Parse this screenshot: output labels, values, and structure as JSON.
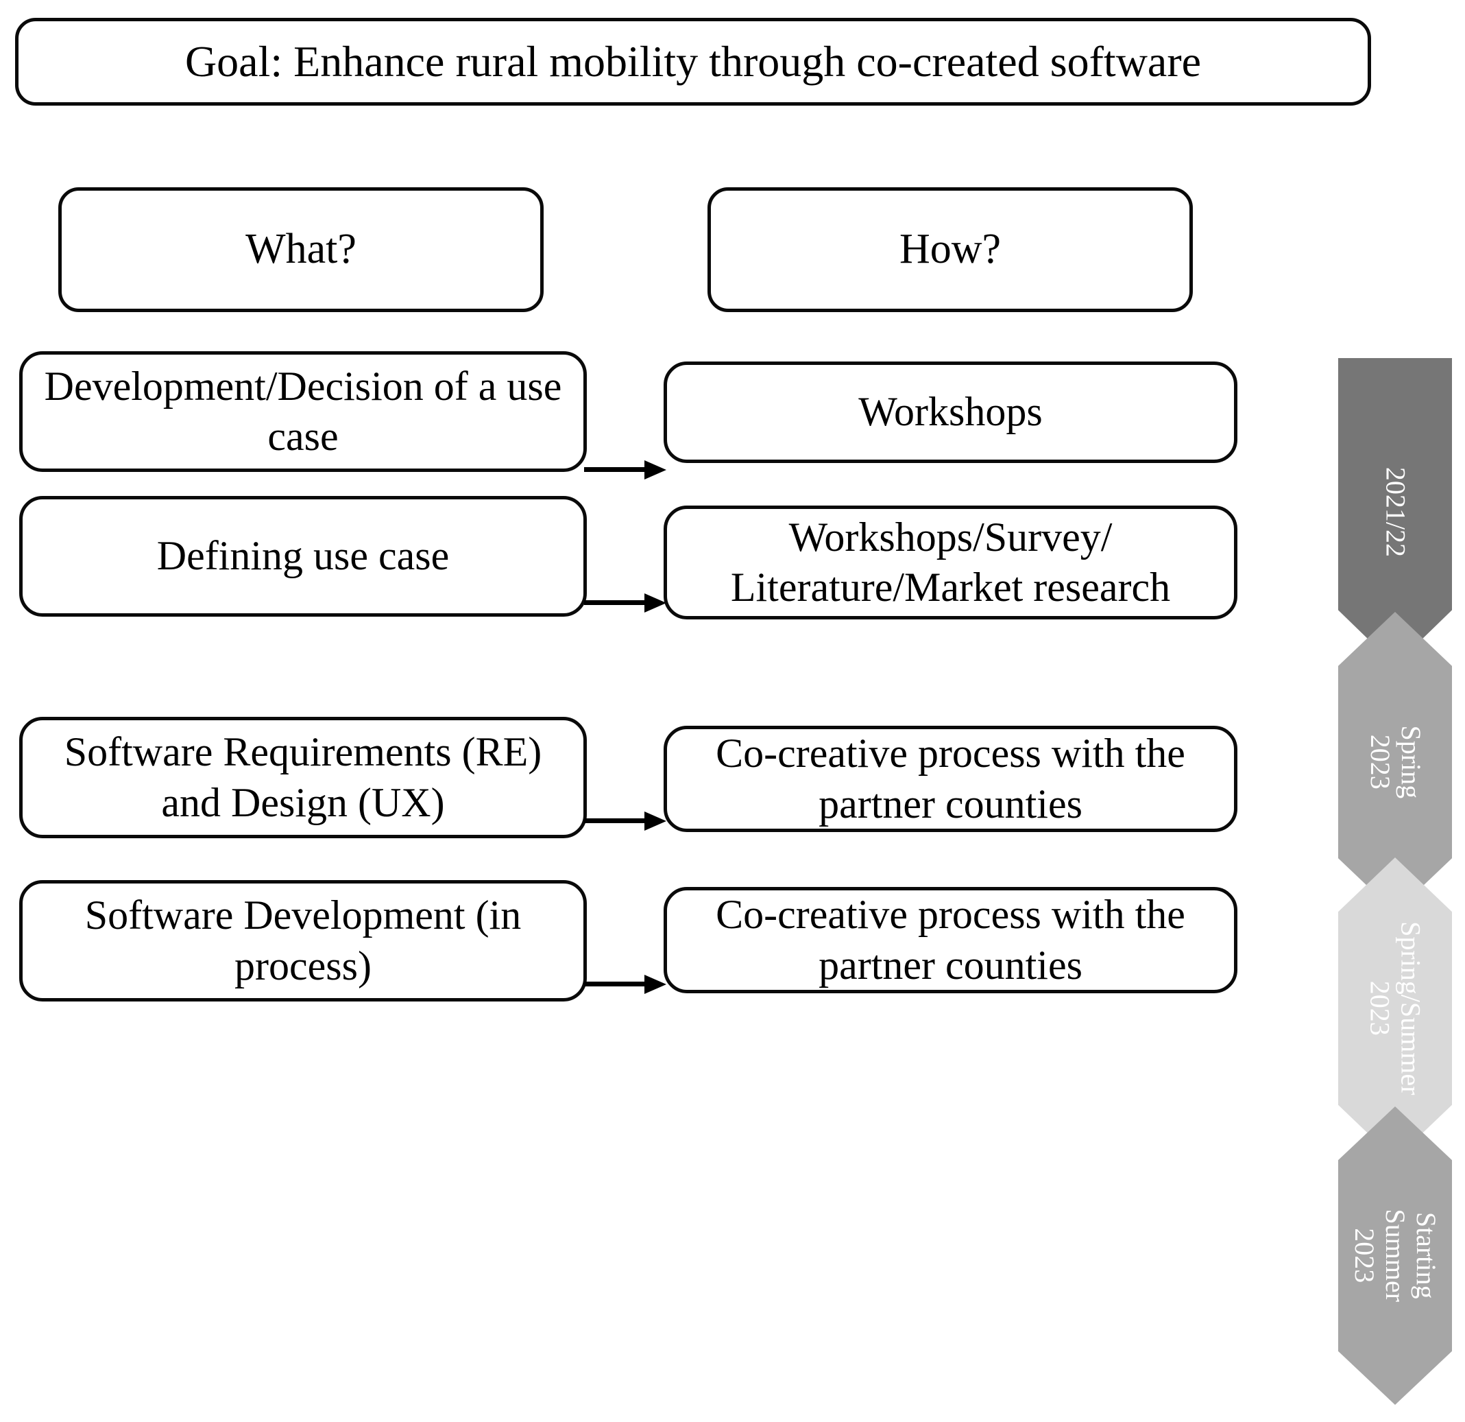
{
  "goal": {
    "label": "Goal: Enhance rural mobility through co-created software"
  },
  "headers": {
    "what": "What?",
    "how": "How?"
  },
  "rows": [
    {
      "what": "Development/Decision of a use case",
      "how": "Workshops"
    },
    {
      "what": "Defining use case",
      "how": "Workshops/Survey/ Literature/Market research"
    },
    {
      "what": "Software Requirements (RE) and Design (UX)",
      "how": "Co-creative process with the partner counties"
    },
    {
      "what": "Software Development (in process)",
      "how": "Co-creative process with the partner counties"
    }
  ],
  "timeline": {
    "segments": [
      {
        "label": "2021/22",
        "color": "#767676"
      },
      {
        "label": "Spring 2023",
        "color": "#a6a6a6"
      },
      {
        "label": "Spring/Summer\n2023",
        "color": "#d9d9d9"
      },
      {
        "label": "Starting\nSummer 2023",
        "color": "#a6a6a6"
      }
    ]
  }
}
